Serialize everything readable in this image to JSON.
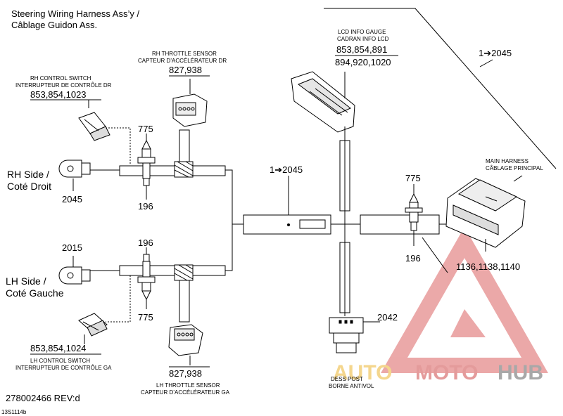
{
  "title": {
    "line1": "Steering Wiring Harness Ass’y /",
    "line2": "Câblage Guidon Ass."
  },
  "part_number": "278002466 REV:d",
  "image_code": "13S1114b",
  "logo": {
    "text_auto": "AUTO",
    "text_moto": "MOTO",
    "text_hub": "HUB"
  },
  "labels": {
    "rh_throttle": {
      "en": "RH THROTTLE SENSOR",
      "fr": "CAPTEUR D’ACCÉLÉRATEUR DR",
      "refs": "827,938"
    },
    "rh_control": {
      "en": "RH CONTROL SWITCH",
      "fr": "INTERRUPTEUR DE CONTRÔLE DR",
      "refs": "853,854,1023"
    },
    "lcd_gauge": {
      "en": "LCD INFO GAUGE",
      "fr": "CADRAN INFO LCD",
      "refs1": "853,854,891",
      "refs2": "894,920,1020"
    },
    "main_harness": {
      "en": "MAIN HARNESS",
      "fr": "CÂBLAGE PRINCIPAL",
      "refs": "1136,1138,1140"
    },
    "lh_control": {
      "en": "LH CONTROL SWITCH",
      "fr": "INTERRUPTEUR DE CONTRÔLE GA",
      "refs": "853,854,1024"
    },
    "lh_throttle": {
      "en": "LH THROTTLE SENSOR",
      "fr": "CAPTEUR D’ACCÉLÉRATEUR GA",
      "refs": "827,938"
    },
    "dess_post": {
      "en": "DESS POST",
      "fr": "BORNE ANTIVOL"
    },
    "rh_side": {
      "en": "RH Side /",
      "fr": "Coté Droit"
    },
    "lh_side": {
      "en": "LH Side /",
      "fr": "Coté Gauche"
    }
  },
  "refs": {
    "arrow_top": "1➔2045",
    "arrow_mid": "1➔2045",
    "rh_plug": "2045",
    "lh_plug": "2015",
    "rh_775": "775",
    "rh_196": "196",
    "lh_196": "196",
    "lh_775": "775",
    "center_775": "775",
    "center_196": "196",
    "dess_2042": "2042"
  }
}
